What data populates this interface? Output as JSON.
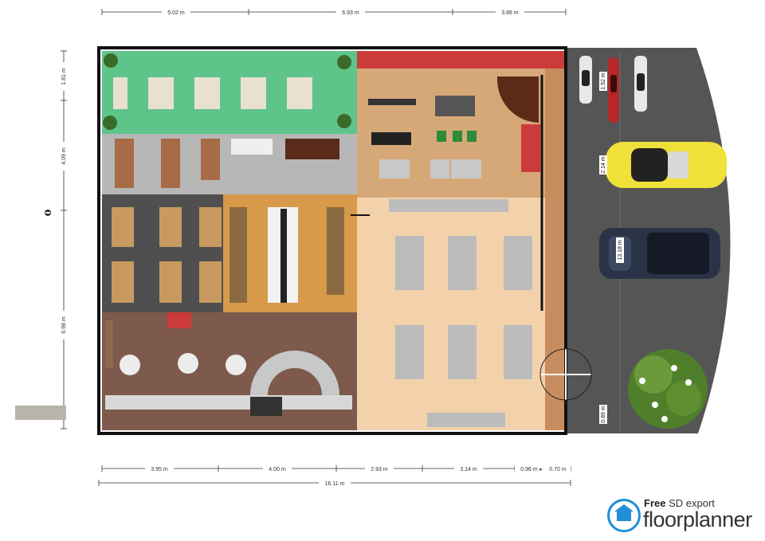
{
  "dimensions": {
    "top": [
      "5.02 m",
      "6.93 m",
      "3.86 m"
    ],
    "bottom": [
      "3.95 m",
      "4.00 m",
      "2.93 m",
      "3.14 m",
      "0.96 m",
      "0.70 m"
    ],
    "total_width": "16.11 m",
    "left": [
      "1.81 m",
      "4.09 m",
      "6.98 m"
    ],
    "interior": [
      "1.52 m",
      "2.14 m",
      "13.18 m",
      "0.89 m"
    ]
  },
  "logo": {
    "tag_strong": "Free",
    "tag_rest": "SD export",
    "name": "floorplanner",
    "icon": "floorplanner-house-icon"
  },
  "colors": {
    "garden": "#5ec48a",
    "office_floor": "#4f4f4f",
    "wood_floor": "#d6a878",
    "hall_floor": "#f3d2ab",
    "cafe_floor": "#7d5a4c",
    "street": "#555555",
    "wall": "#111111",
    "accent_red": "#cc3b3b",
    "logo_blue": "#1f8fd6"
  }
}
